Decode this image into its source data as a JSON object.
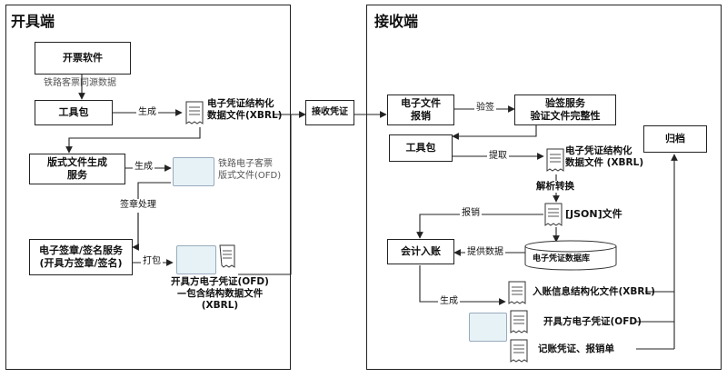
{
  "issuer": {
    "title": "开具端",
    "invoice_software": "开票软件",
    "source_data_label": "铁路客票同源数据",
    "toolkit": "工具包",
    "generate_label_1": "生成",
    "xbrl_doc_label": "电子凭证结构化\n数据文件(XBRL)",
    "layout_service": "版式文件生成\n服务",
    "generate_label_2": "生成",
    "ofd_label": "铁路电子客票\n版式文件(OFD)",
    "seal_process_label": "签章处理",
    "sign_service": "电子签章/签名服务\n(开具方签章/签名)",
    "package_label": "打包",
    "issuer_voucher_label": "开具方电子凭证(OFD)\n—包含结构数据文件\n(XBRL)"
  },
  "receive_voucher": "接收凭证",
  "receiver": {
    "title": "接收端",
    "reimburse_box": "电子文件\n报销",
    "verify_label": "验签",
    "verify_service": "验签服务\n验证文件完整性",
    "toolkit": "工具包",
    "extract_label": "提取",
    "xbrl_doc_label": "电子凭证结构化\n数据文件 (XBRL)",
    "parse_label": "解析转换",
    "json_label": "[JSON]文件",
    "reimburse_label": "报销",
    "accounting_box": "会计入账",
    "provide_data_label": "提供数据",
    "voucher_db": "电子凭证数据库",
    "generate_label": "生成",
    "entry_xbrl_label": "入账信息结构化文件(XBRL)",
    "issuer_ofd_label": "开具方电子凭证(OFD)",
    "records_label": "记账凭证、报销单",
    "archive_box": "归档"
  }
}
